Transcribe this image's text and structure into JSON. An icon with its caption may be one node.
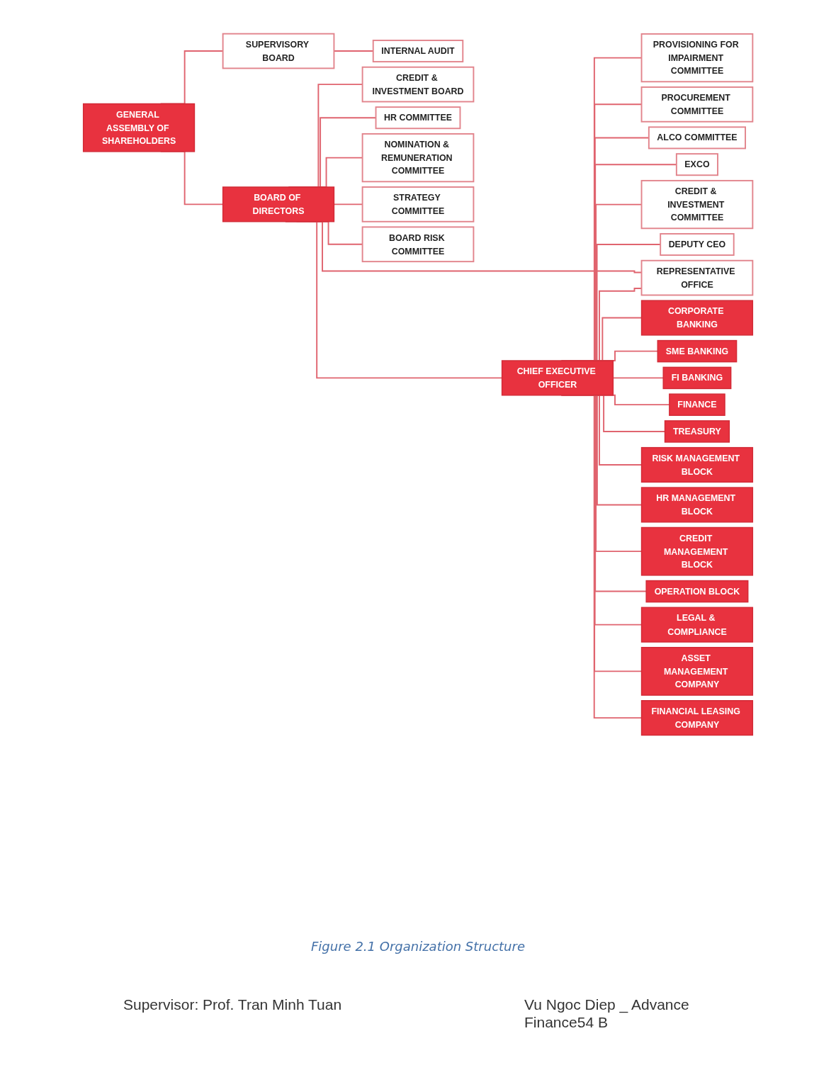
{
  "diagram": {
    "caption": "Figure 2.1 Organization Structure",
    "nodes": [
      {
        "text": [
          "GENERAL ASSEMBLY OF SHAREHOLDERS"
        ]
      },
      {
        "text": [
          "SUPERVISORY BOARD"
        ]
      },
      {
        "text": [
          "INTERNAL AUDIT"
        ]
      },
      {
        "text": [
          "BOARD OF DIRECTORS"
        ]
      },
      {
        "text": [
          "CREDIT & INVESTMENT BOARD"
        ]
      },
      {
        "text": [
          "HR COMMITTEE"
        ]
      },
      {
        "text": [
          "NOMINATION & REMUNERATION COMMITTEE"
        ]
      },
      {
        "text": [
          "STRATEGY COMMITTEE"
        ]
      },
      {
        "text": [
          "BOARD RISK COMMITTEE"
        ]
      },
      {
        "text": [
          "CHIEF EXECUTIVE OFFICER"
        ]
      },
      {
        "text": [
          "PROVISIONING FOR IMPAIRMENT COMMITTEE"
        ]
      },
      {
        "text": [
          "PROCUREMENT COMMITTEE"
        ]
      },
      {
        "text": [
          "ALCO COMMITTEE"
        ]
      },
      {
        "text": [
          "EXCO"
        ]
      },
      {
        "text": [
          "CREDIT & INVESTMENT COMMITTEE"
        ]
      },
      {
        "text": [
          "DEPUTY CEO"
        ]
      },
      {
        "text": [
          "REPRESENTATIVE OFFICE"
        ]
      },
      {
        "text": [
          "CORPORATE BANKING"
        ]
      },
      {
        "text": [
          "SME BANKING"
        ]
      },
      {
        "text": [
          "FI BANKING"
        ]
      },
      {
        "text": [
          "FINANCE"
        ]
      },
      {
        "text": [
          "TREASURY"
        ]
      },
      {
        "text": [
          "RISK MANAGEMENT BLOCK"
        ]
      },
      {
        "text": [
          "HR MANAGEMENT BLOCK"
        ]
      },
      {
        "text": [
          "CREDIT MANAGEMENT BLOCK"
        ]
      },
      {
        "text": [
          "OPERATION BLOCK"
        ]
      },
      {
        "text": [
          "LEGAL & COMPLIANCE"
        ]
      },
      {
        "text": [
          "ASSET MANAGEMENT COMPANY"
        ]
      },
      {
        "text": [
          "FINANCIAL LEASING COMPANY"
        ]
      }
    ],
    "edges": [
      {
        "from": 0,
        "to": 1,
        "arrow": "none"
      },
      {
        "from": 1,
        "to": 2,
        "arrow": "none"
      },
      {
        "from": 0,
        "to": 3,
        "arrow": "none"
      },
      {
        "from": 3,
        "to": 4,
        "arrow": "none"
      },
      {
        "from": 3,
        "to": 5,
        "arrow": "none"
      },
      {
        "from": 3,
        "to": 6,
        "arrow": "none"
      },
      {
        "from": 3,
        "to": 7,
        "arrow": "none"
      },
      {
        "from": 3,
        "to": 8,
        "arrow": "none"
      },
      {
        "from": 3,
        "to": 9,
        "arrow": "none"
      },
      {
        "from": 3,
        "to": 16,
        "arrow": "none"
      },
      {
        "from": 9,
        "to": 10,
        "arrow": "none"
      },
      {
        "from": 9,
        "to": 11,
        "arrow": "none"
      },
      {
        "from": 9,
        "to": 12,
        "arrow": "none"
      },
      {
        "from": 9,
        "to": 13,
        "arrow": "none"
      },
      {
        "from": 9,
        "to": 14,
        "arrow": "none"
      },
      {
        "from": 9,
        "to": 15,
        "arrow": "none"
      },
      {
        "from": 9,
        "to": 16,
        "arrow": "none"
      },
      {
        "from": 9,
        "to": 17,
        "arrow": "none"
      },
      {
        "from": 9,
        "to": 18,
        "arrow": "none"
      },
      {
        "from": 9,
        "to": 19,
        "arrow": "none"
      },
      {
        "from": 9,
        "to": 20,
        "arrow": "none"
      },
      {
        "from": 9,
        "to": 21,
        "arrow": "none"
      },
      {
        "from": 9,
        "to": 22,
        "arrow": "none"
      },
      {
        "from": 9,
        "to": 23,
        "arrow": "none"
      },
      {
        "from": 9,
        "to": 24,
        "arrow": "none"
      },
      {
        "from": 9,
        "to": 25,
        "arrow": "none"
      },
      {
        "from": 9,
        "to": 26,
        "arrow": "none"
      },
      {
        "from": 9,
        "to": 27,
        "arrow": "none"
      },
      {
        "from": 9,
        "to": 28,
        "arrow": "none"
      }
    ],
    "labels": [
      "Supervisor: Prof. Tran Minh Tuan",
      "Vu Ngoc Diep _ Advance Finance54 B"
    ]
  }
}
